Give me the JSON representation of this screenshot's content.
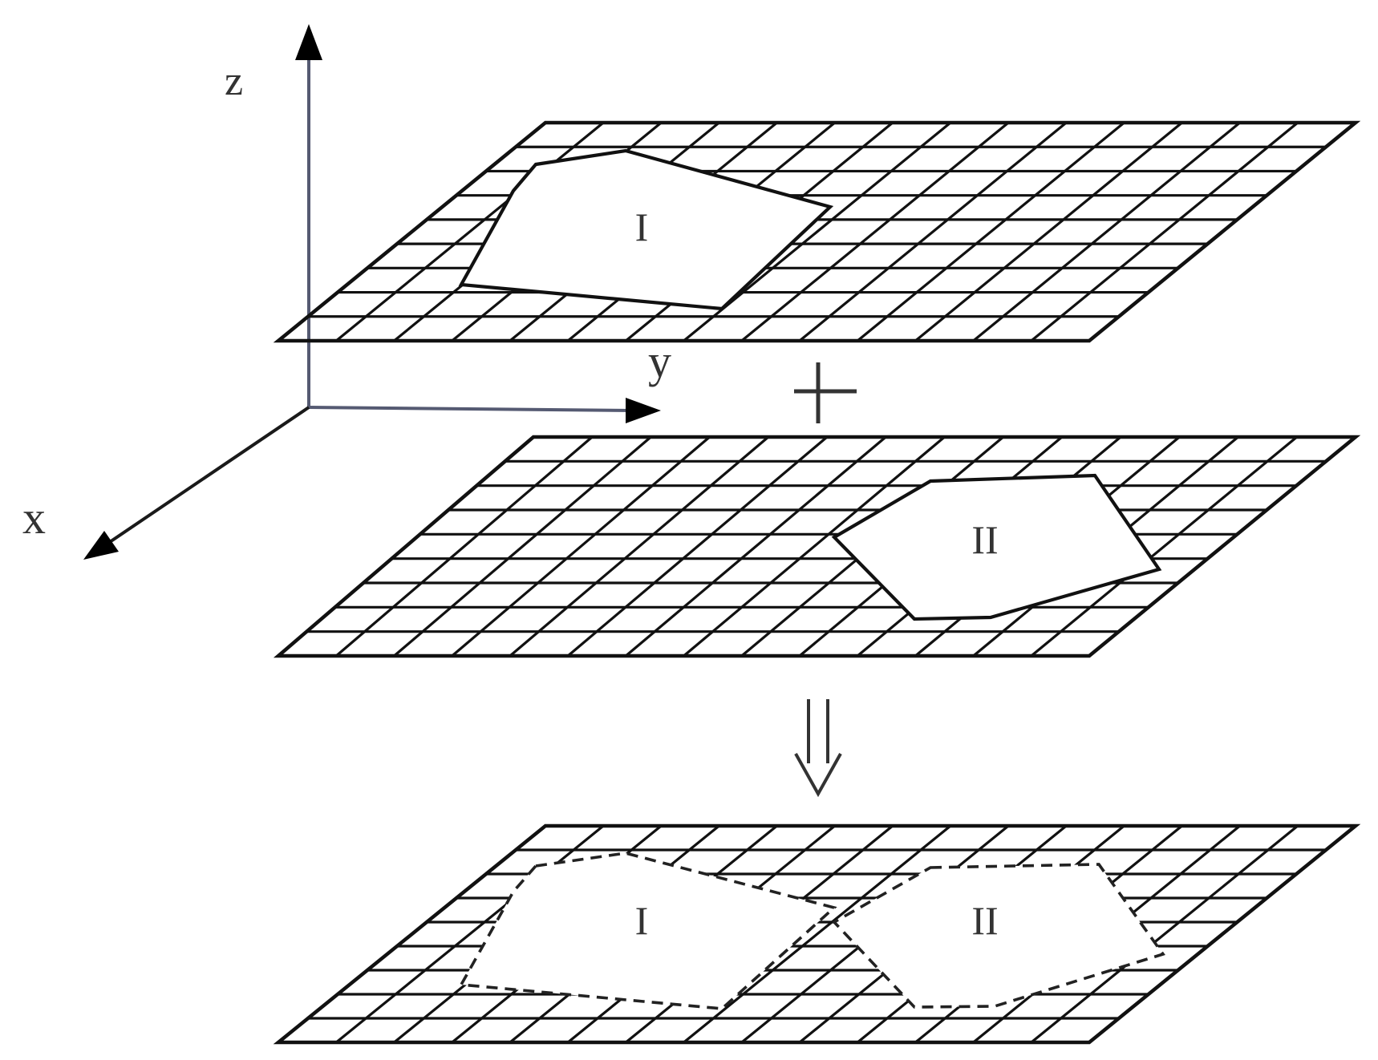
{
  "axes": {
    "x_label": "x",
    "y_label": "y",
    "z_label": "z"
  },
  "regions": {
    "top_label": "I",
    "middle_label": "II",
    "bottom_label_1": "I",
    "bottom_label_2": "II"
  },
  "operators": {
    "plus": "+",
    "implies": "⇓"
  },
  "colors": {
    "grid": "#111111",
    "axis": "#555a72",
    "background": "#ffffff"
  }
}
